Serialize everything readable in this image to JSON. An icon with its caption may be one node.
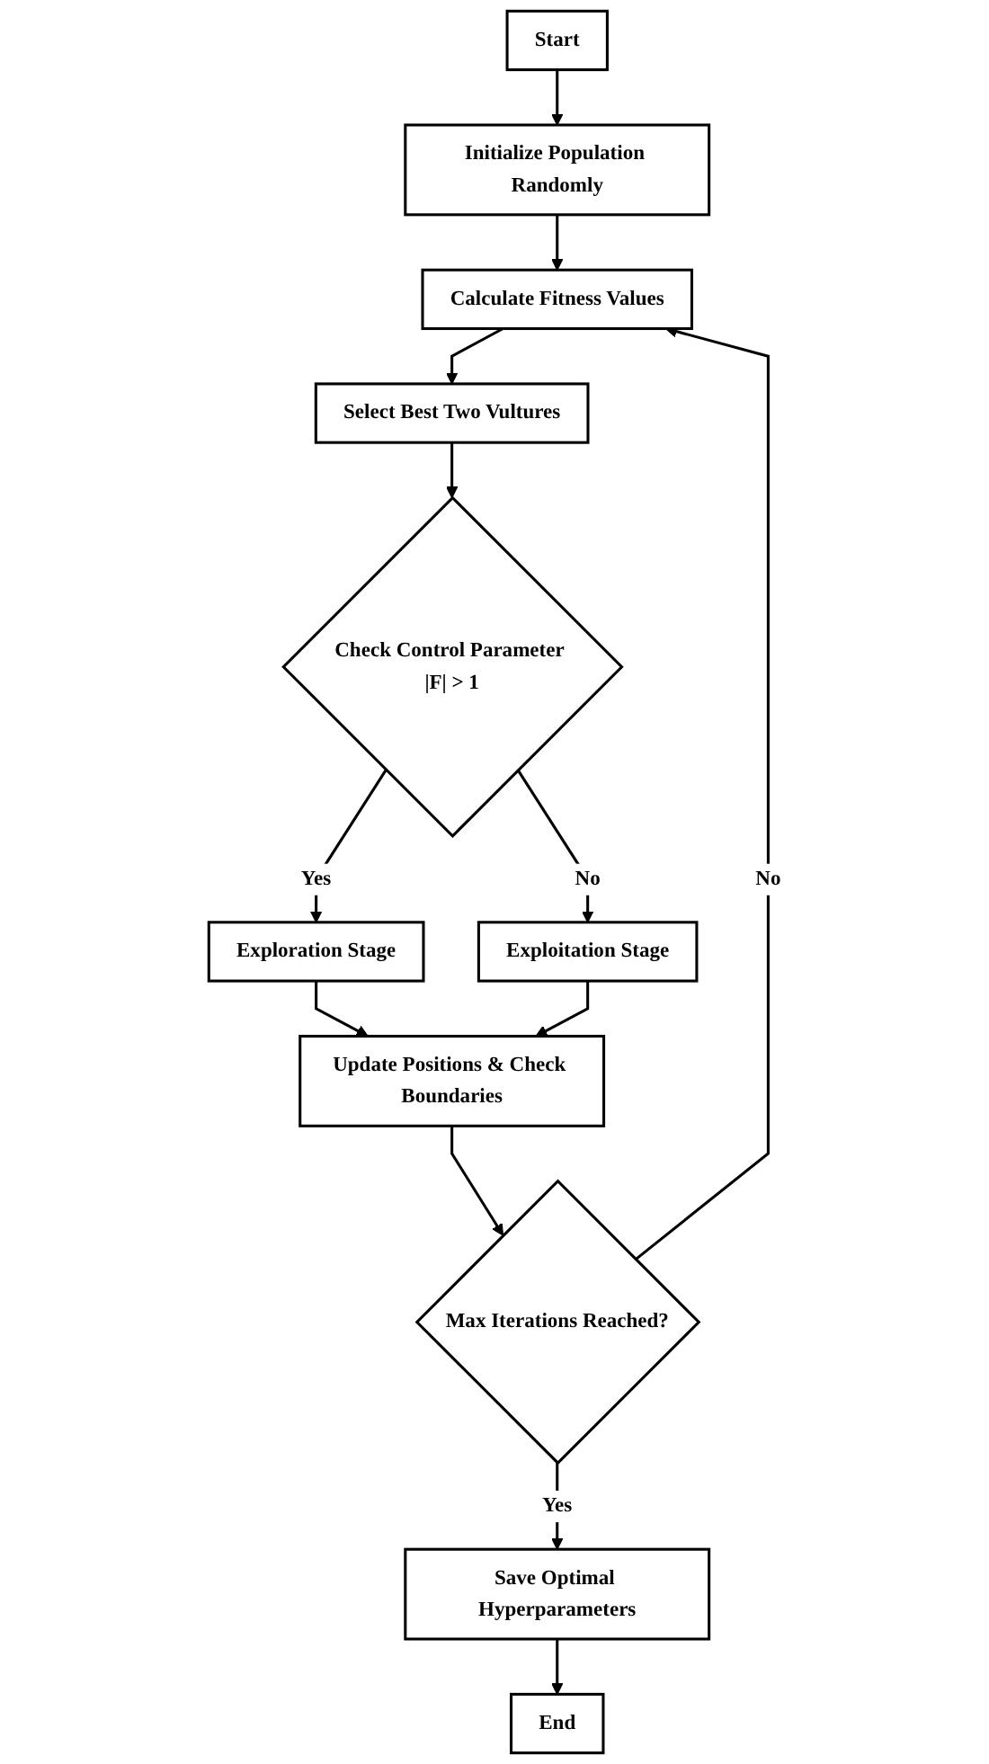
{
  "diagram": {
    "nodes": [
      {
        "text": [
          "Start"
        ]
      },
      {
        "text": [
          "Initialize Population Randomly"
        ]
      },
      {
        "text": [
          "Calculate Fitness Values"
        ]
      },
      {
        "text": [
          "Select Best Two Vultures"
        ]
      },
      {
        "text": [
          "Check Control Parameter |F| > 1"
        ]
      },
      {
        "text": [
          "Exploration Stage"
        ]
      },
      {
        "text": [
          "Exploitation Stage"
        ]
      },
      {
        "text": [
          "Update Positions & Check Boundaries"
        ]
      },
      {
        "text": [
          "Max Iterations Reached?"
        ]
      },
      {
        "text": [
          "Save Optimal Hyperparameters"
        ]
      },
      {
        "text": [
          "End"
        ]
      }
    ],
    "edges": [
      {
        "from": 0,
        "to": 1,
        "arrow": "to"
      },
      {
        "from": 1,
        "to": 2,
        "arrow": "to"
      },
      {
        "from": 2,
        "to": 3,
        "arrow": "to"
      },
      {
        "from": 3,
        "to": 4,
        "arrow": "to"
      },
      {
        "from": 4,
        "to": 5,
        "arrow": "to",
        "label": "Yes"
      },
      {
        "from": 4,
        "to": 6,
        "arrow": "to",
        "label": "No"
      },
      {
        "from": 5,
        "to": 7,
        "arrow": "to"
      },
      {
        "from": 6,
        "to": 7,
        "arrow": "to"
      },
      {
        "from": 7,
        "to": 8,
        "arrow": "to"
      },
      {
        "from": 8,
        "to": 2,
        "arrow": "to",
        "label": "No"
      },
      {
        "from": 8,
        "to": 9,
        "arrow": "to",
        "label": "Yes"
      },
      {
        "from": 9,
        "to": 10,
        "arrow": "to"
      }
    ]
  }
}
